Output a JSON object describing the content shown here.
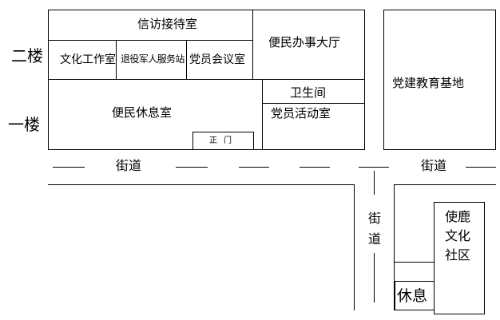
{
  "floors": {
    "second": "二楼",
    "first": "一楼"
  },
  "rooms": {
    "petition_room": "信访接待室",
    "cultural_office": "文化工作室",
    "veterans_service": "退役军人服务站",
    "party_meeting_room": "党员会议室",
    "service_hall": "便民办事大厅",
    "lounge": "便民休息室",
    "main_door": "正门",
    "restroom": "卫生间",
    "party_activity_room": "党员活动室",
    "party_education_base": "党建教育基地",
    "community_line1": "使鹿",
    "community_line2": "文化",
    "community_line3": "社区",
    "rest": "休息"
  },
  "streets": {
    "left": "街道",
    "right": "街道",
    "vertical_top": "街",
    "vertical_bottom": "道"
  }
}
